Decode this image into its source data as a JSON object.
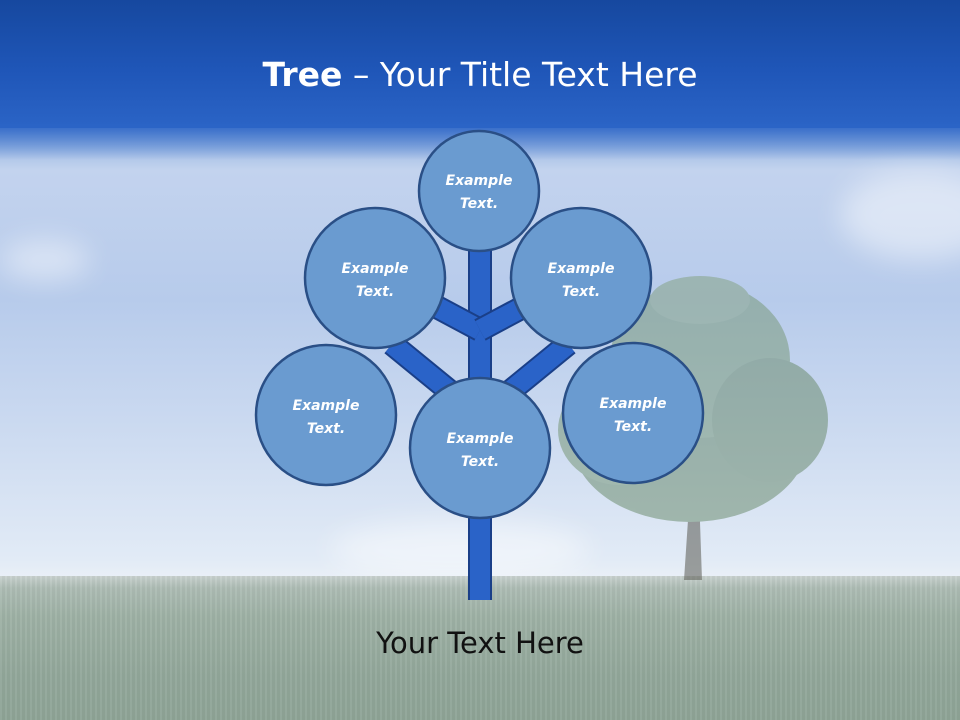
{
  "title": {
    "bold": "Tree",
    "rest": " – Your Title Text Here"
  },
  "subtitle": "Your Text Here",
  "nodes": [
    {
      "line1": "Example",
      "line2": "Text."
    },
    {
      "line1": "Example",
      "line2": "Text."
    },
    {
      "line1": "Example",
      "line2": "Text."
    },
    {
      "line1": "Example",
      "line2": "Text."
    },
    {
      "line1": "Example",
      "line2": "Text."
    },
    {
      "line1": "Example",
      "line2": "Text."
    }
  ],
  "colors": {
    "header": "#1f56b8",
    "node_fill": "#6a9bd0",
    "node_stroke": "#2a4f86",
    "branch_fill": "#2a63c8",
    "branch_stroke": "#1a3f88"
  }
}
